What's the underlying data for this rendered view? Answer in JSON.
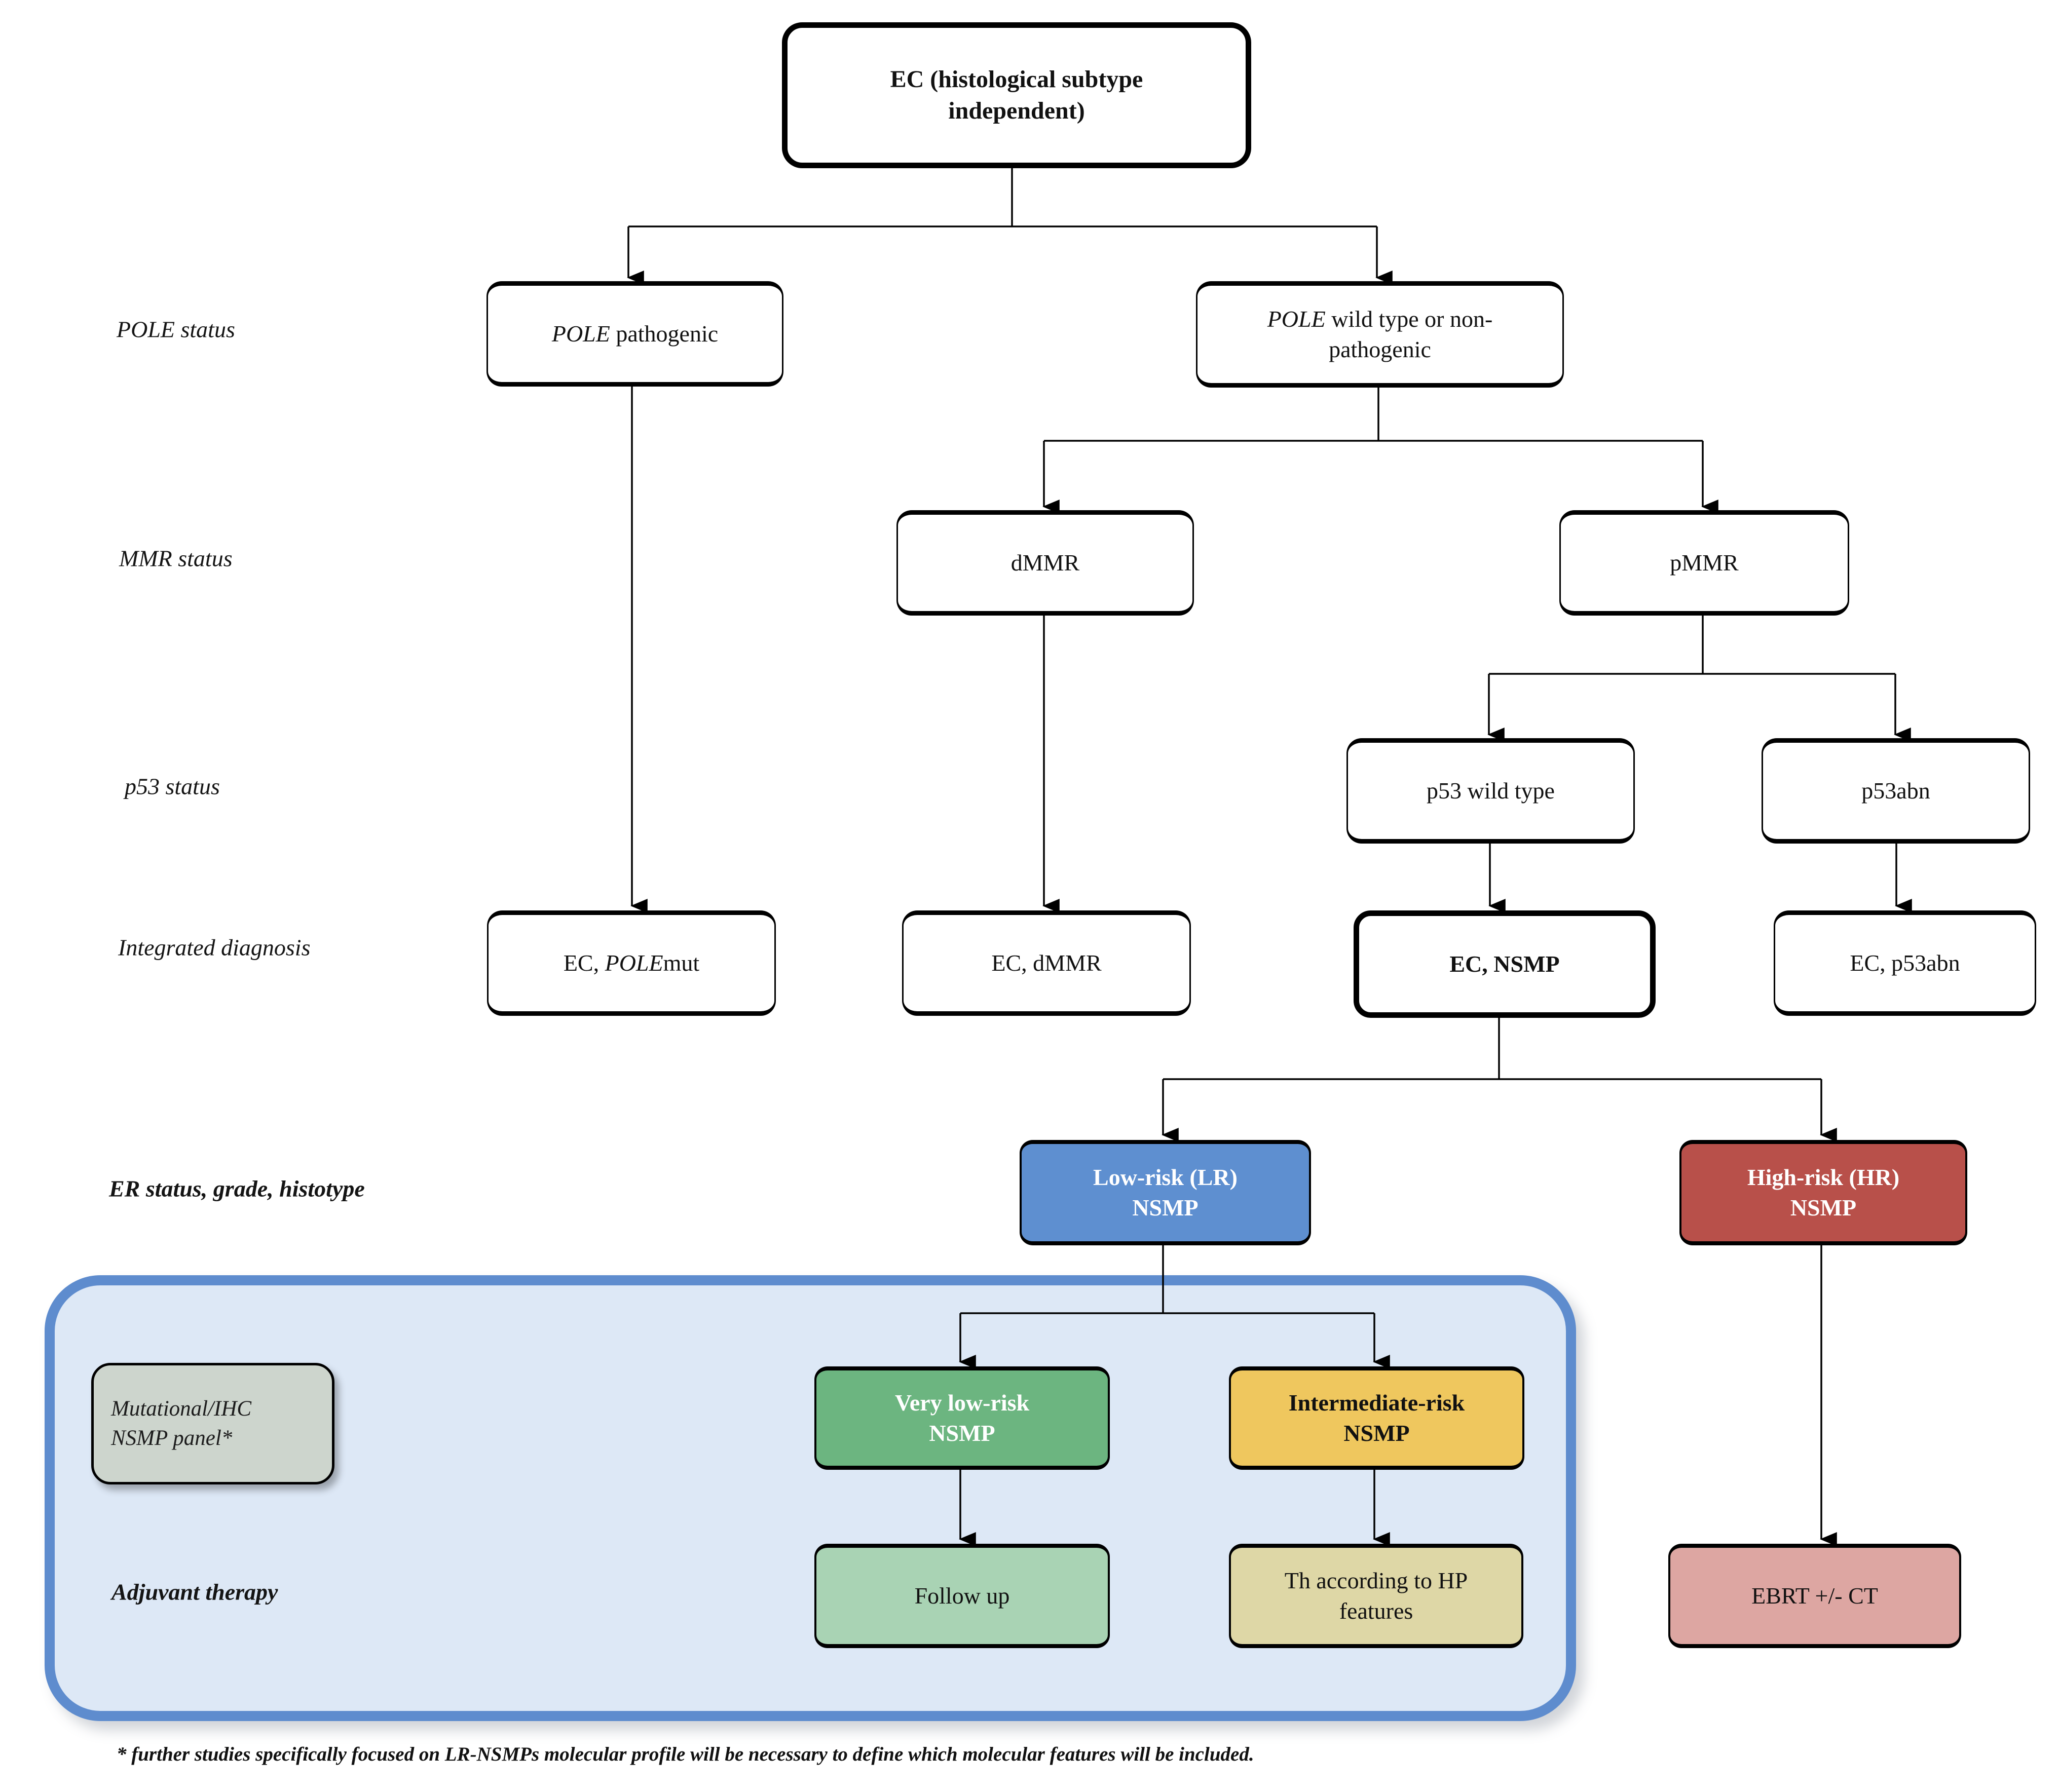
{
  "row_labels": {
    "pole": "POLE status",
    "mmr": "MMR status",
    "p53": "p53 status",
    "integrated": "Integrated diagnosis",
    "er": "ER status, grade, histotype",
    "adjuvant": "Adjuvant therapy"
  },
  "boxes": {
    "ec_top": {
      "line1": "EC (histological subtype",
      "line2": "independent)"
    },
    "pole_pathogenic": {
      "gene": "POLE",
      "rest": " pathogenic"
    },
    "pole_wild": {
      "gene": "POLE",
      "rest": " wild type or non-",
      "line2": "pathogenic"
    },
    "dmmr": {
      "label": "dMMR"
    },
    "pmmr": {
      "label": "pMMR"
    },
    "p53_wild": {
      "label": "p53 wild type"
    },
    "p53_abn": {
      "label": "p53abn"
    },
    "ec_polemut": {
      "pre": "EC, ",
      "gene": "POLE",
      "post": "mut"
    },
    "ec_dmmr": {
      "label": "EC, dMMR"
    },
    "ec_nsmp": {
      "label": "EC, NSMP"
    },
    "ec_p53abn": {
      "label": "EC, p53abn"
    },
    "lr_nsmp": {
      "line1": "Low-risk (LR)",
      "line2": "NSMP"
    },
    "hr_nsmp": {
      "line1": "High-risk (HR)",
      "line2": "NSMP"
    },
    "panel": {
      "line1": "Mutational/IHC",
      "line2": "NSMP panel*"
    },
    "very_low": {
      "line1": "Very low-risk",
      "line2": "NSMP"
    },
    "intermediate": {
      "line1": "Intermediate-risk",
      "line2": "NSMP"
    },
    "follow_up": {
      "label": "Follow up"
    },
    "th_hp": {
      "line1": "Th according to HP",
      "line2": "features"
    },
    "ebrt": {
      "label": "EBRT +/- CT"
    }
  },
  "footnote": "* further studies specifically focused on LR-NSMPs molecular profile will be necessary to define which molecular features will be included.",
  "colors": {
    "low_risk_blue": "#5e8fd0",
    "high_risk_red": "#b8504a",
    "very_low_green": "#6cb580",
    "intermediate_yellow": "#efc75e",
    "follow_up_green": "#a9d3b4",
    "th_hp_tan": "#ded7a6",
    "ebrt_pink": "#dda6a2",
    "panel_gray": "#cdd5cd",
    "container_fill": "#dde8f6",
    "container_border": "#5e8cce",
    "line_black": "#000000"
  }
}
